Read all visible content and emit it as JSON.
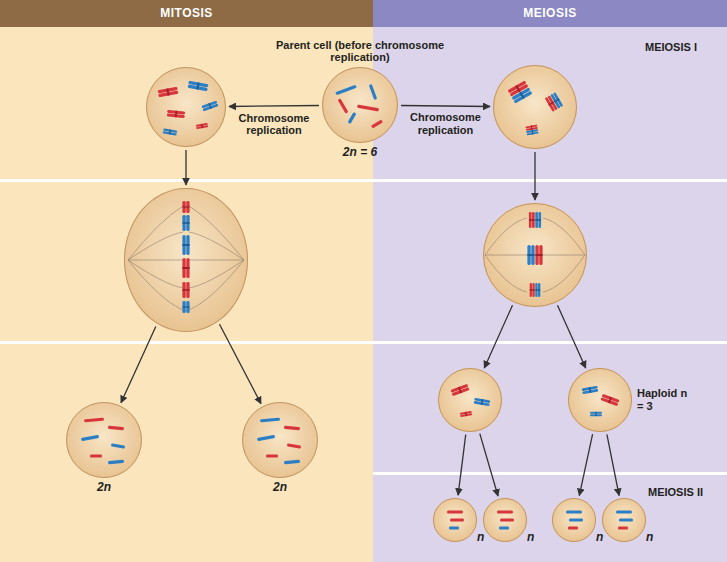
{
  "diagram": {
    "nodes": [
      {
        "text": [
          "MITOSIS"
        ]
      },
      {
        "text": [
          "MEIOSIS"
        ]
      },
      {
        "text": [
          "Parent cell (before chromosome replication)",
          "2n = 6"
        ]
      },
      {
        "text": [],
        "in": 0
      },
      {
        "text": [],
        "in": 0
      },
      {
        "text": [
          "2n"
        ],
        "in": 0
      },
      {
        "text": [
          "2n"
        ],
        "in": 0
      },
      {
        "text": [],
        "in": 1
      },
      {
        "text": [],
        "in": 1
      },
      {
        "text": [],
        "in": 1
      },
      {
        "text": [
          "Haploid n = 3"
        ],
        "in": 1
      },
      {
        "text": [
          "n"
        ],
        "in": 1
      },
      {
        "text": [
          "n"
        ],
        "in": 1
      },
      {
        "text": [
          "n"
        ],
        "in": 1
      },
      {
        "text": [
          "n"
        ],
        "in": 1
      }
    ],
    "edges": [
      {
        "from": 2,
        "to": 3,
        "label": "Chromosome replication",
        "arrow": "to"
      },
      {
        "from": 2,
        "to": 7,
        "label": "Chromosome replication",
        "arrow": "to"
      },
      {
        "from": 3,
        "to": 4,
        "arrow": "to"
      },
      {
        "from": 4,
        "to": 5,
        "arrow": "to"
      },
      {
        "from": 4,
        "to": 6,
        "arrow": "to"
      },
      {
        "from": 7,
        "to": 8,
        "arrow": "to"
      },
      {
        "from": 8,
        "to": 9,
        "arrow": "to"
      },
      {
        "from": 8,
        "to": 10,
        "arrow": "to"
      },
      {
        "from": 9,
        "to": 11,
        "arrow": "to"
      },
      {
        "from": 9,
        "to": 12,
        "arrow": "to"
      },
      {
        "from": 10,
        "to": 13,
        "arrow": "to"
      },
      {
        "from": 10,
        "to": 14,
        "arrow": "to"
      }
    ],
    "labels": [
      "MEIOSIS I",
      "MEIOSIS II"
    ]
  }
}
